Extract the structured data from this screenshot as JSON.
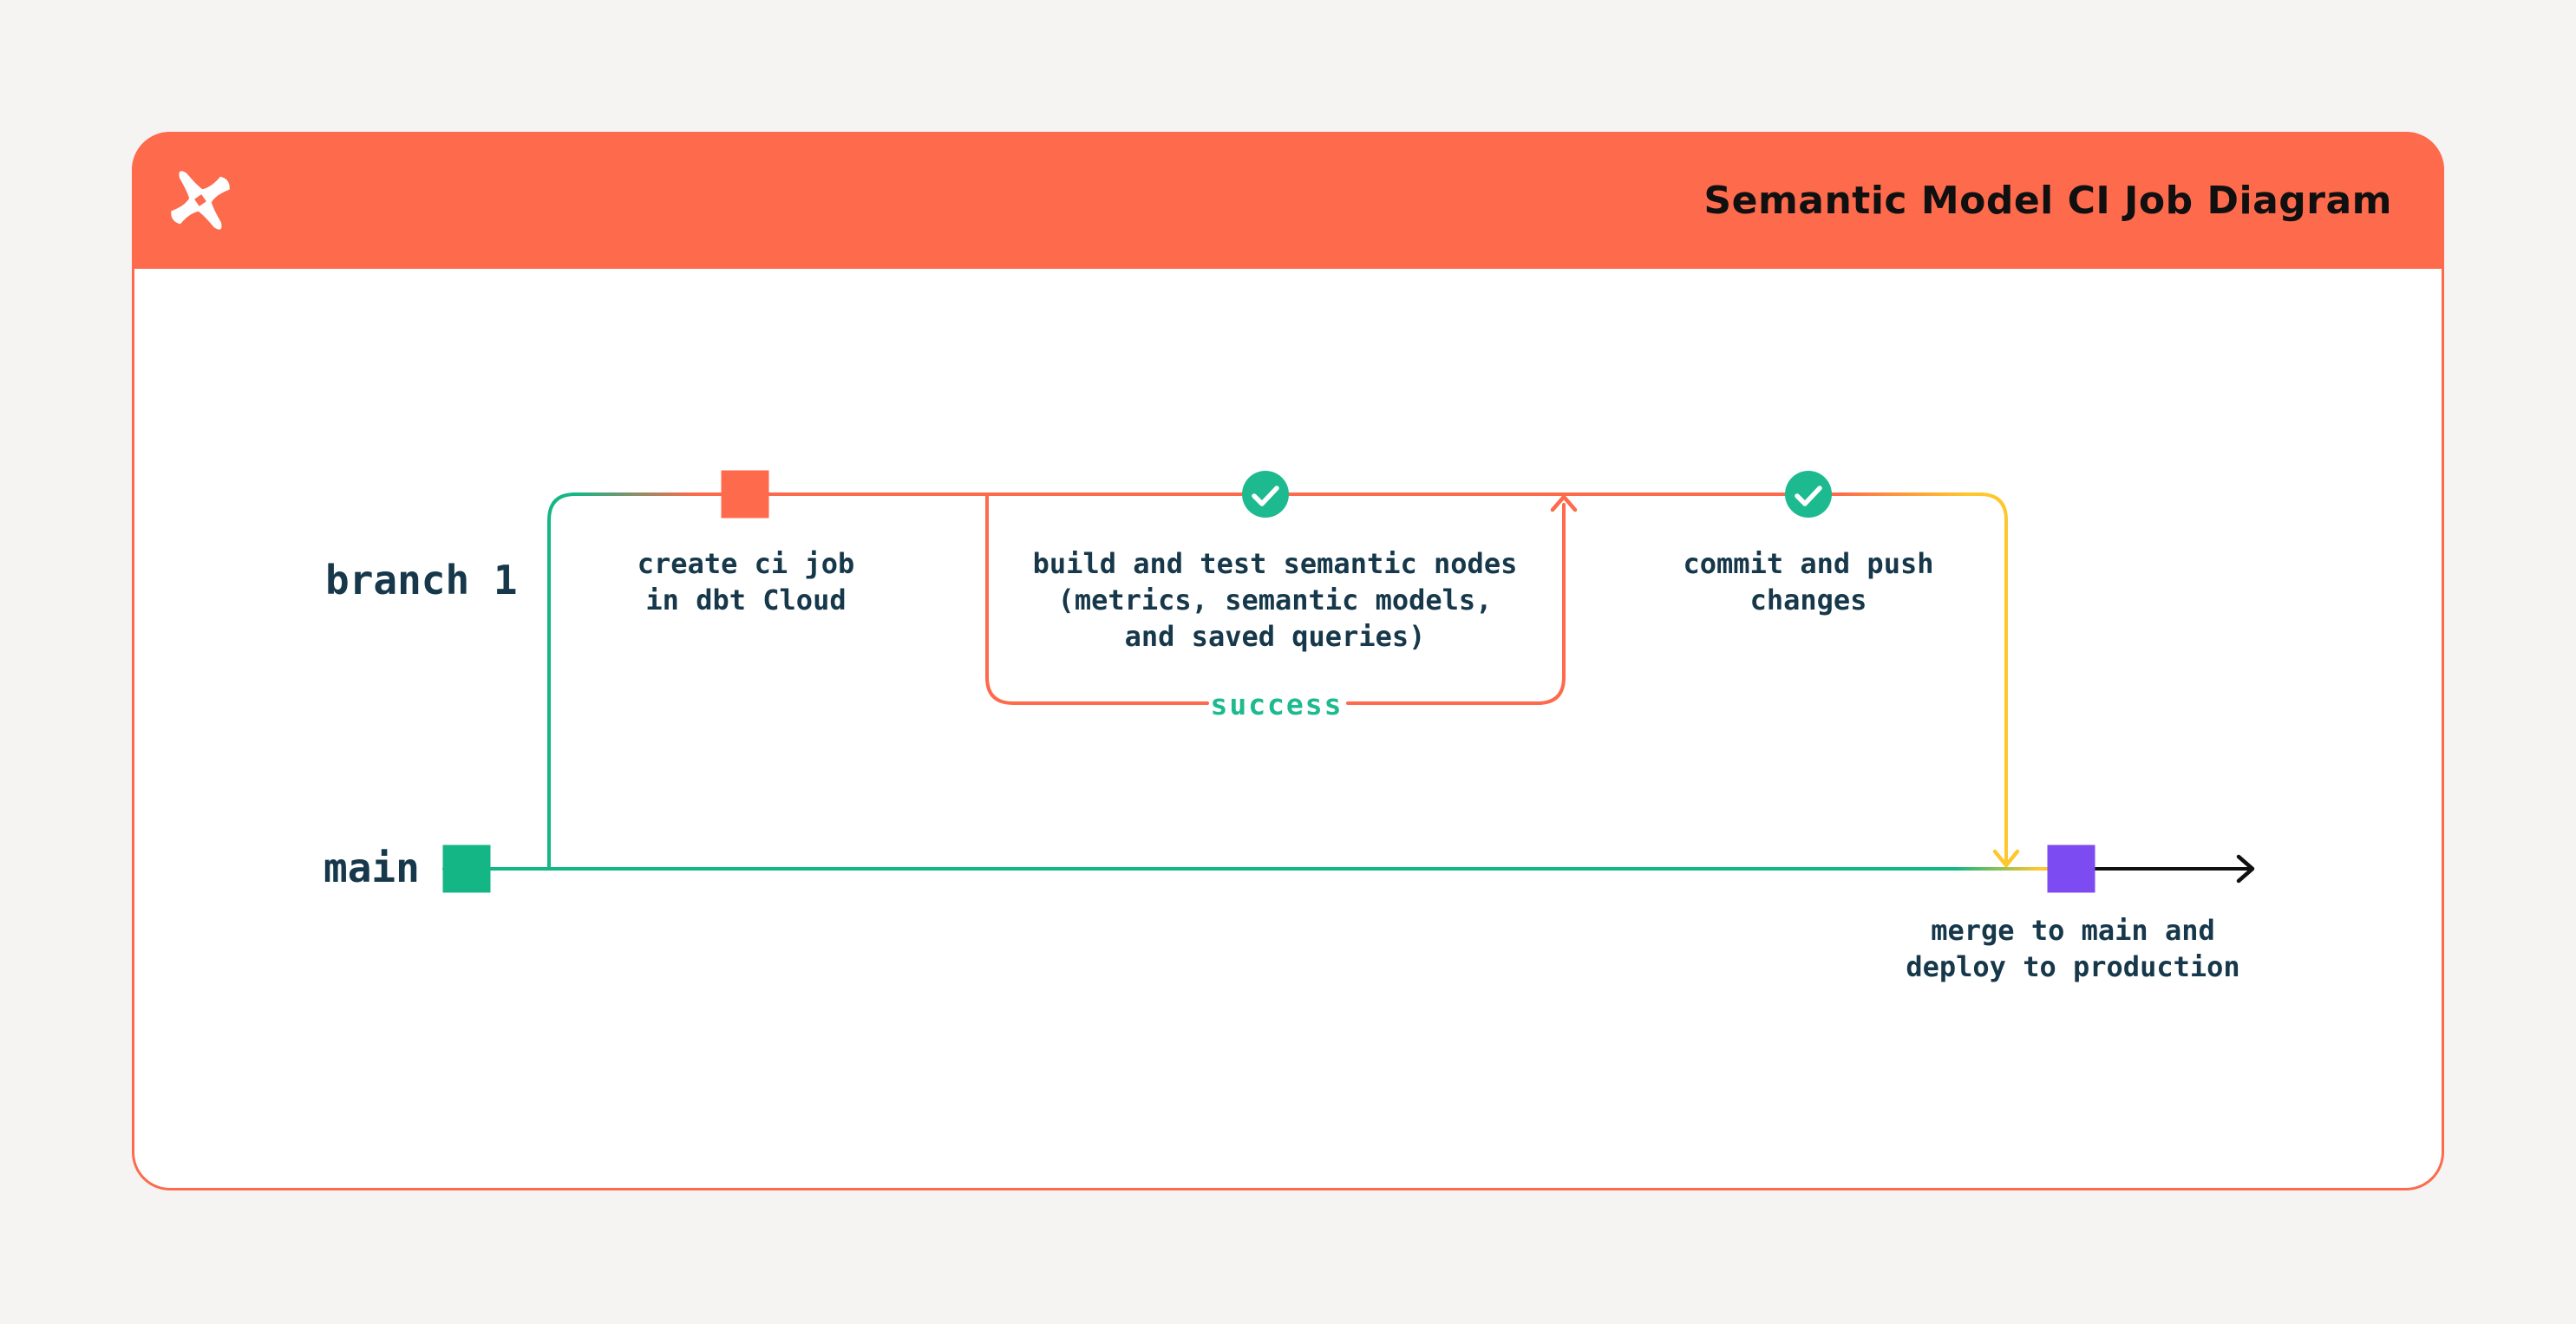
{
  "colors": {
    "page_bg": "#f5f4f2",
    "card_bg": "#ffffff",
    "orange": "#fd6a4c",
    "green": "#14b685",
    "circle_green": "#1cba8e",
    "yellow": "#ffc72e",
    "purple": "#7c4bf2",
    "black": "#111111",
    "ink": "#16384a",
    "title_ink": "#101010"
  },
  "header": {
    "title": "Semantic Model CI Job Diagram",
    "logo": "dbt-logo"
  },
  "diagram": {
    "branch_labels": {
      "branch": "branch 1",
      "main": "main"
    },
    "captions": {
      "create": {
        "line1": "create ci job",
        "line2": "in dbt Cloud"
      },
      "build": {
        "line1": "build and test semantic nodes",
        "line2": "(metrics, semantic models,",
        "line3": "and saved queries)"
      },
      "commit": {
        "line1": "commit and push",
        "line2": "changes"
      },
      "merge": {
        "line1": "merge to main and",
        "line2": "deploy to production"
      }
    },
    "loop_label": "success"
  }
}
